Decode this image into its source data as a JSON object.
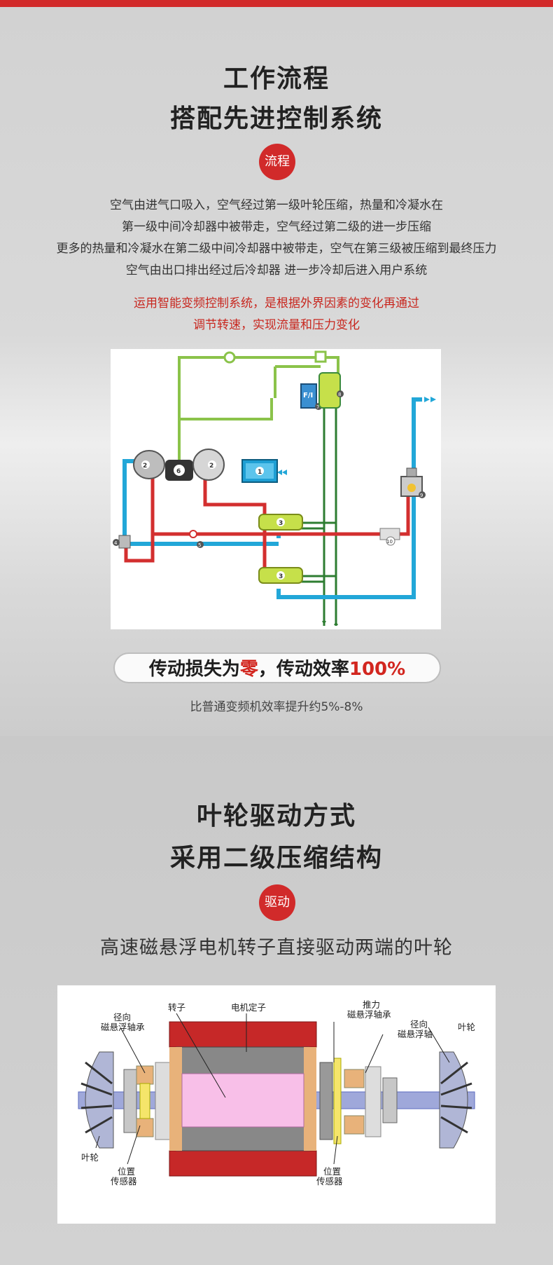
{
  "section1": {
    "title_line1": "工作流程",
    "title_line2": "搭配先进控制系统",
    "badge": "流程",
    "description": [
      "空气由进气口吸入，空气经过第一级叶轮压缩，热量和冷凝水在",
      "第一级中间冷却器中被带走，空气经过第二级的进一步压缩",
      "更多的热量和冷凝水在第二级中间冷却器中被带走，空气在第三级被压缩到最终压力",
      "空气由出口排出经过后冷却器 进一步冷却后进入用户系统"
    ],
    "highlight": [
      "运用智能变频控制系统，是根据外界因素的变化再通过",
      "调节转速，实现流量和压力变化"
    ],
    "diagram_labels": {
      "n1": "1",
      "n2": "2",
      "n3": "3",
      "n4": "4",
      "n5": "5",
      "n6": "6",
      "n7": "7",
      "n8": "8",
      "n9": "9",
      "n10": "10",
      "fi": "F/I"
    },
    "pill": {
      "part1": "传动损失为",
      "part2": "零",
      "part3": "，传动效率",
      "part4": "100%"
    },
    "pill_sub": "比普通变频机效率提升约5%-8%"
  },
  "section2": {
    "title_line1": "叶轮驱动方式",
    "title_line2": "采用二级压缩结构",
    "badge": "驱动",
    "lead": "高速磁悬浮电机转子直接驱动两端的叶轮",
    "labels": {
      "radial_left_1": "径向",
      "radial_left_2": "磁悬浮轴承",
      "rotor": "转子",
      "stator": "电机定子",
      "thrust_1": "推力",
      "thrust_2": "磁悬浮轴承",
      "radial_right_1": "径向",
      "radial_right_2": "磁悬浮轴",
      "impeller_right": "叶轮",
      "impeller_left": "叶轮",
      "pos_left_1": "位置",
      "pos_left_2": "传感器",
      "pos_right_1": "位置",
      "pos_right_2": "传感器"
    }
  }
}
